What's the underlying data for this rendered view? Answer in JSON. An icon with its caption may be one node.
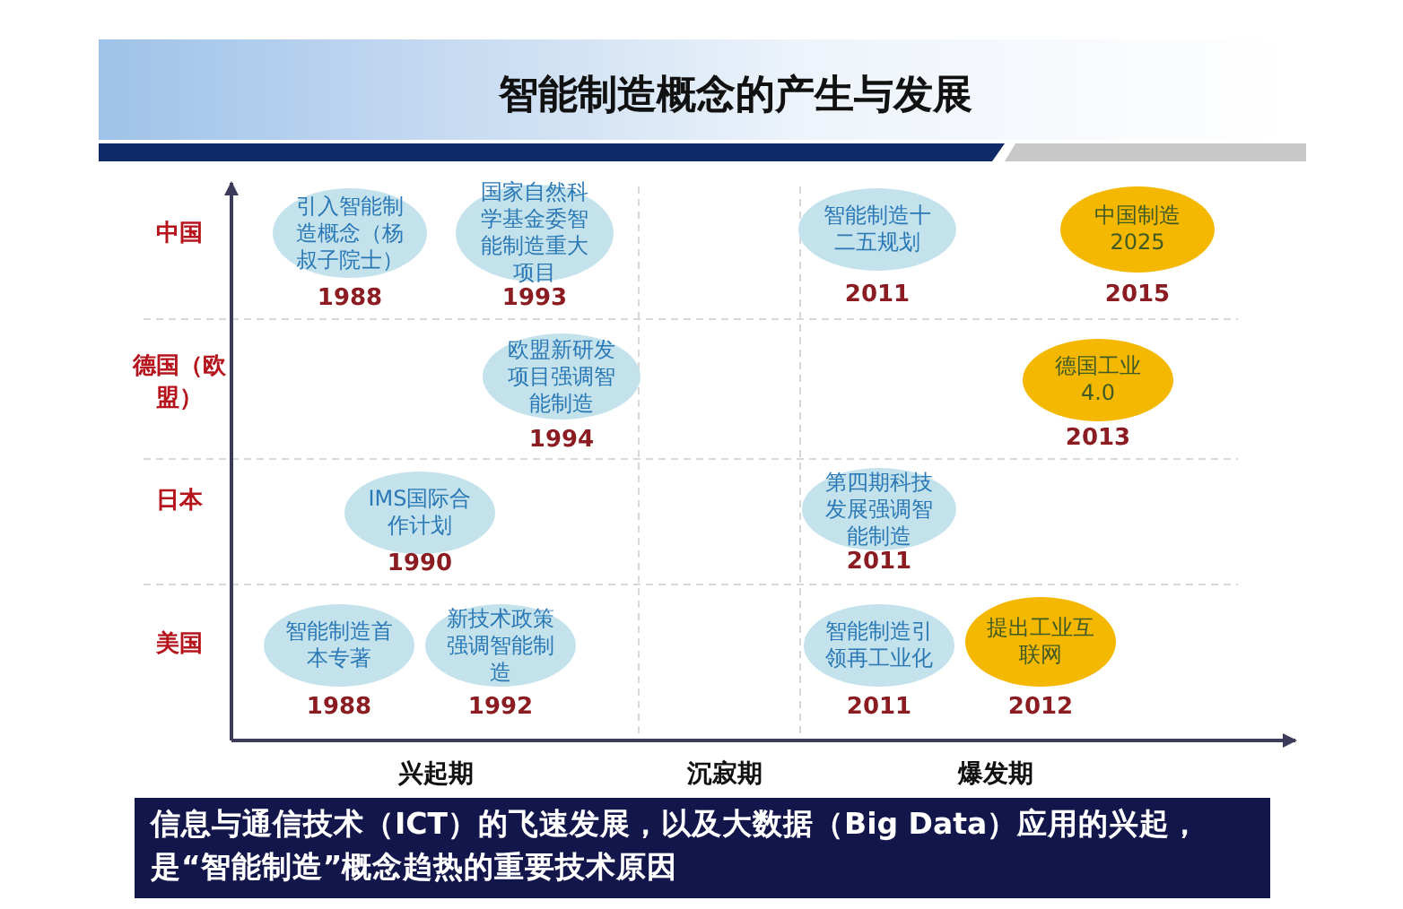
{
  "diagram": {
    "title": "智能制造概念的产生与发展",
    "caption": "信息与通信技术（ICT）的飞速发展，以及大数据（Big Data）应用的兴起，是“智能制造”概念趋热的重要技术原因",
    "nodes": [
      {
        "text": [
          "引入智能制造概念（杨叔子院士）"
        ],
        "beside": [
          "1988"
        ]
      },
      {
        "text": [
          "国家自然科学基金委智能制造重大项目"
        ],
        "beside": [
          "1993"
        ]
      },
      {
        "text": [
          "智能制造十二五规划"
        ],
        "beside": [
          "2011"
        ]
      },
      {
        "text": [
          "中国制造2025"
        ],
        "beside": [
          "2015"
        ]
      },
      {
        "text": [
          "欧盟新研发项目强调智能制造"
        ],
        "beside": [
          "1994"
        ]
      },
      {
        "text": [
          "德国工业4.0"
        ],
        "beside": [
          "2013"
        ]
      },
      {
        "text": [
          "IMS国际合作计划"
        ],
        "beside": [
          "1990"
        ]
      },
      {
        "text": [
          "第四期科技发展强调智能制造"
        ],
        "beside": [
          "2011"
        ]
      },
      {
        "text": [
          "智能制造首本专著"
        ],
        "beside": [
          "1988"
        ]
      },
      {
        "text": [
          "新技术政策强调智能制造"
        ],
        "beside": [
          "1992"
        ]
      },
      {
        "text": [
          "智能制造引领再工业化"
        ],
        "beside": [
          "2011"
        ]
      },
      {
        "text": [
          "提出工业互联网"
        ],
        "beside": [
          "2012"
        ]
      }
    ],
    "labels": [
      "中国",
      "德国（欧盟）",
      "日本",
      "美国",
      "兴起期",
      "沉寂期",
      "爆发期"
    ]
  }
}
